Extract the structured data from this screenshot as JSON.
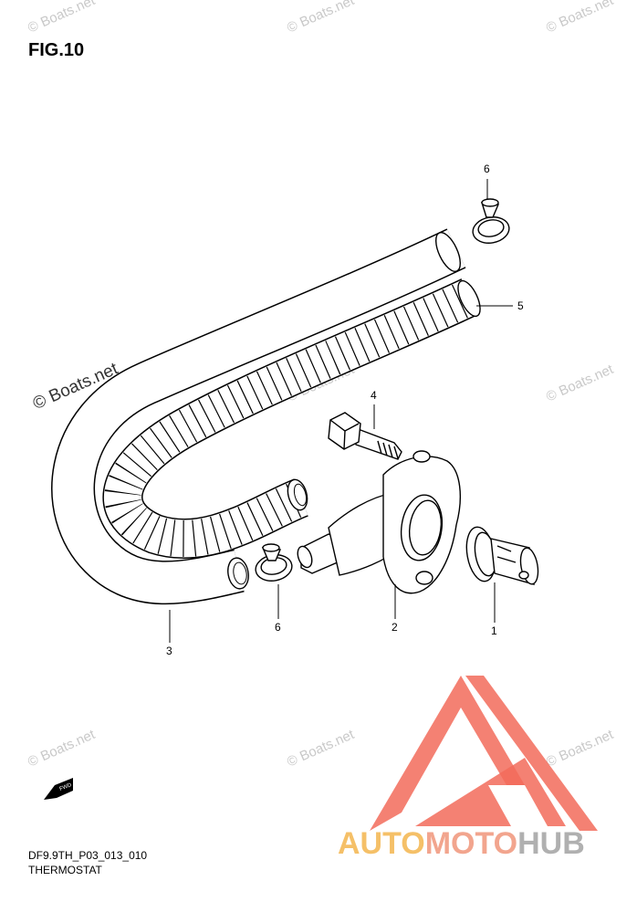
{
  "figure": {
    "title": "FIG.10"
  },
  "caption": {
    "code": "DF9.9TH_P03_013_010",
    "name": "THERMOSTAT"
  },
  "watermark": {
    "text": "© Boats.net"
  },
  "callouts": [
    {
      "id": "1",
      "label": "1"
    },
    {
      "id": "2",
      "label": "2"
    },
    {
      "id": "3",
      "label": "3"
    },
    {
      "id": "4",
      "label": "4"
    },
    {
      "id": "5",
      "label": "5"
    },
    {
      "id": "6a",
      "label": "6"
    },
    {
      "id": "6b",
      "label": "6"
    }
  ],
  "fwd_label": "FWD",
  "logo": {
    "part1": "AUTO",
    "part2": "MOTO",
    "part3": "HUB",
    "color_gold": "#f5c068",
    "color_salmon": "#f2a58e",
    "color_gray": "#b0b0b0"
  }
}
